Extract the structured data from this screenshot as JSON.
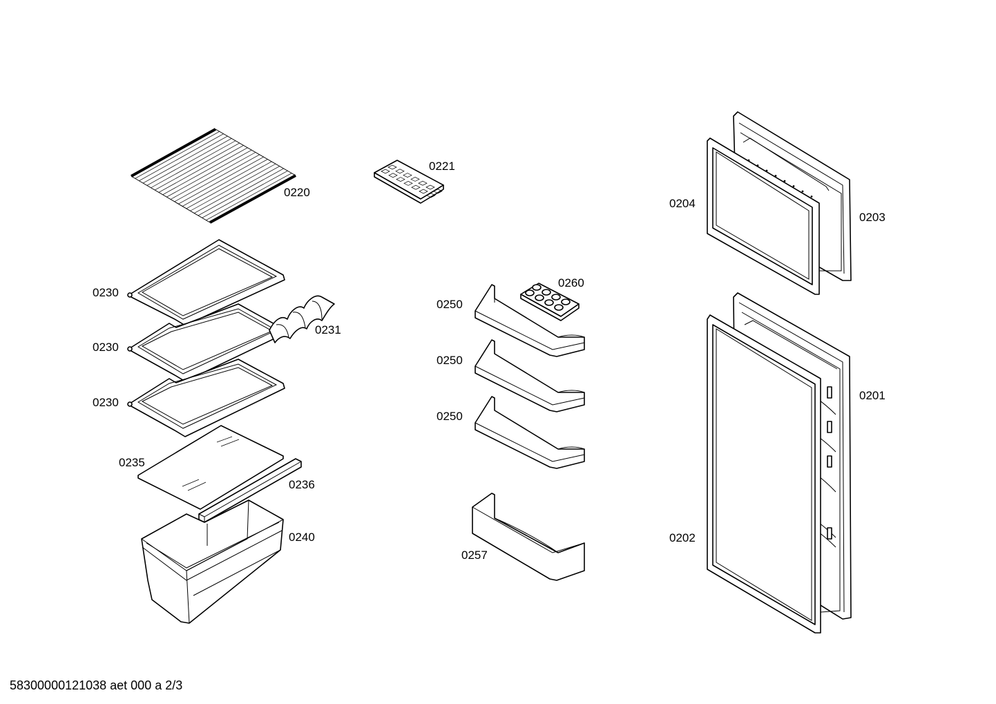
{
  "labels": {
    "p0220": "0220",
    "p0221": "0221",
    "p0230a": "0230",
    "p0230b": "0230",
    "p0230c": "0230",
    "p0231": "0231",
    "p0235": "0235",
    "p0236": "0236",
    "p0240": "0240",
    "p0250a": "0250",
    "p0250b": "0250",
    "p0250c": "0250",
    "p0257": "0257",
    "p0260": "0260",
    "p0204": "0204",
    "p0203": "0203",
    "p0201": "0201",
    "p0202": "0202"
  },
  "footer": "58300000121038 aet 000 a 2/3"
}
